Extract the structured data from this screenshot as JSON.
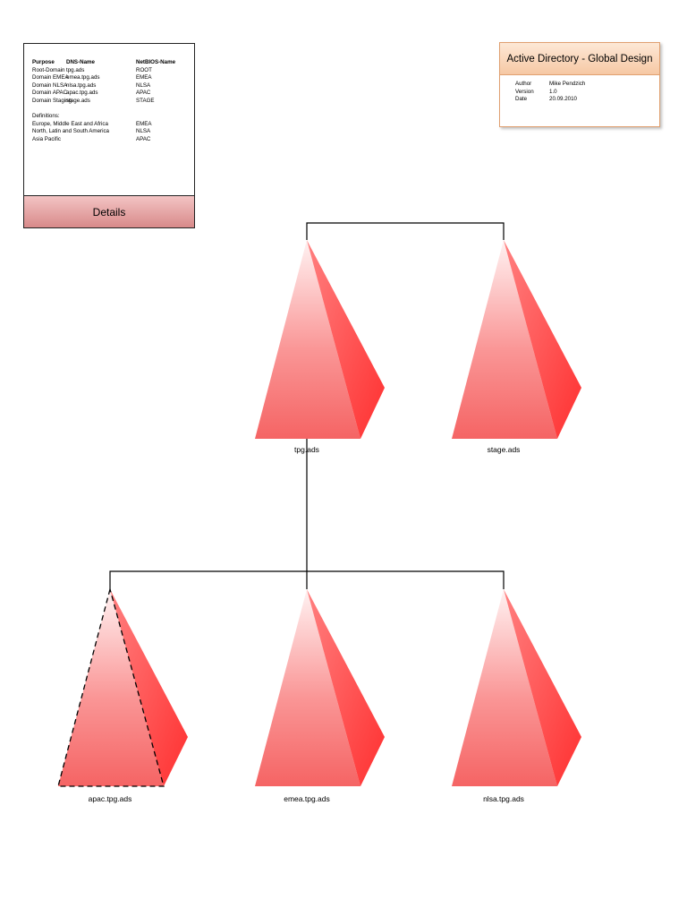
{
  "details": {
    "headers": {
      "purpose": "Purpose",
      "dns": "DNS-Name",
      "netbios": "NetBIOS-Name"
    },
    "rows": [
      {
        "purpose": "Root-Domain",
        "dns": "tpg.ads",
        "netbios": "ROOT"
      },
      {
        "purpose": "Domain EMEA",
        "dns": "emea.tpg.ads",
        "netbios": "EMEA"
      },
      {
        "purpose": "Domain NLSA",
        "dns": "nlsa.tpg.ads",
        "netbios": "NLSA"
      },
      {
        "purpose": "Domain APAC",
        "dns": "apac.tpg.ads",
        "netbios": "APAC"
      },
      {
        "purpose": "Domain Staging",
        "dns": "stage.ads",
        "netbios": "STAGE"
      }
    ],
    "definitions_heading": "Definitions:",
    "definitions": [
      {
        "region": "Europe, Middle East and Africa",
        "code": "EMEA"
      },
      {
        "region": "North, Latin and South America",
        "code": "NLSA"
      },
      {
        "region": "Asia Pacific",
        "code": "APAC"
      }
    ],
    "bar_label": "Details"
  },
  "title_block": {
    "title": "Active Directory - Global Design",
    "author_label": "Author",
    "author": "Mike Pendzich",
    "version_label": "Version",
    "version": "1.0",
    "date_label": "Date",
    "date": "20.09.2010"
  },
  "nodes": {
    "tpg": "tpg.ads",
    "stage": "stage.ads",
    "apac": "apac.tpg.ads",
    "emea": "emea.tpg.ads",
    "nlsa": "nlsa.tpg.ads"
  },
  "colors": {
    "pyramid_light": "#ffe4e4",
    "pyramid_mid": "#f77a7a",
    "pyramid_dark": "#ff3b3b",
    "details_bar": "#e3a0a0",
    "title_bar": "#f9d4b5"
  }
}
